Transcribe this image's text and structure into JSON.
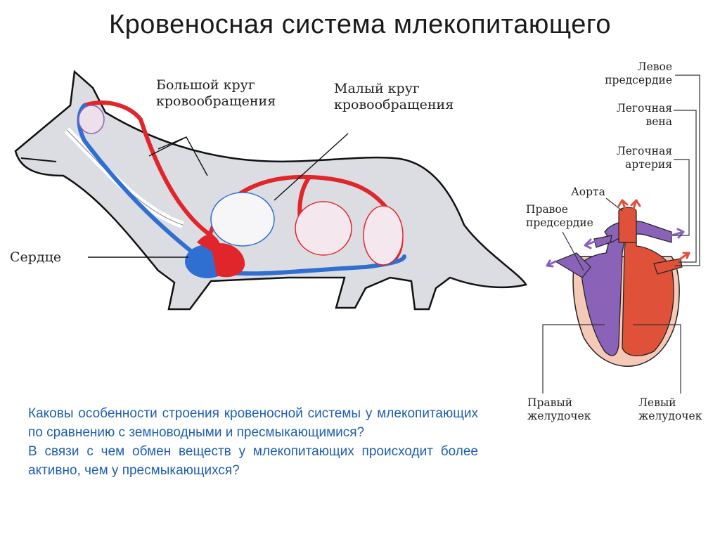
{
  "title": "Кровеносная  система  млекопитающего",
  "animal_labels": {
    "systemic_circle": [
      "Большой круг",
      "кровообращения"
    ],
    "pulmonary_circle": [
      "Малый круг",
      "кровообращения"
    ],
    "heart": "Сердце"
  },
  "heart_labels": {
    "left_atrium": [
      "Левое",
      "предсердие"
    ],
    "pulmonary_vein": [
      "Легочная",
      "вена"
    ],
    "pulmonary_artery": [
      "Легочная",
      "артерия"
    ],
    "aorta": "Аорта",
    "right_atrium": [
      "Правое",
      "предсердие"
    ],
    "right_ventricle": [
      "Правый",
      "желудочек"
    ],
    "left_ventricle": [
      "Левый",
      "желудочек"
    ]
  },
  "questions": [
    "Каковы особенности строения кровеносной системы у млекопитающих по сравнению с земноводными и пресмыкающимися?",
    "В связи с чем обмен веществ у млекопитающих происходит более активно, чем у пресмыкающихся?"
  ],
  "colors": {
    "arterial": "#e0262b",
    "venous": "#2f6fd1",
    "body": "#dcdde3",
    "heart_venous": "#8a63b8",
    "heart_arterial": "#e0513a",
    "question_text": "#1f5fae"
  },
  "icons": [
    "wolf-silhouette",
    "heart-cross-section"
  ]
}
